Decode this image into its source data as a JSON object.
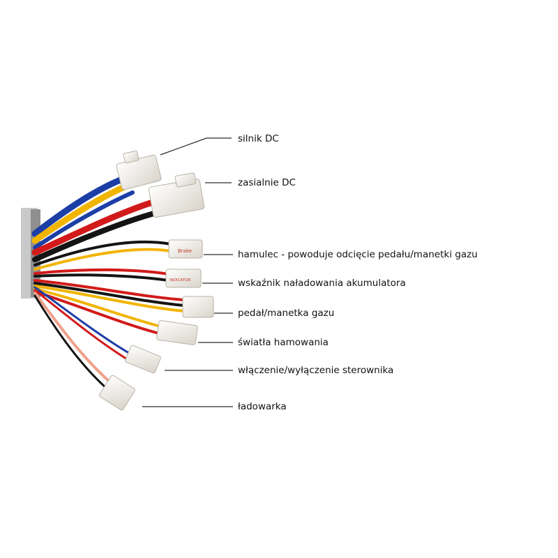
{
  "labels": {
    "motor": "silnik DC",
    "power": "zasialnie DC",
    "brake": "hamulec - powoduje odcięcie pedału/manetki gazu",
    "battery_indicator": "wskaźnik naładowania akumulatora",
    "throttle": "pedał/manetka gazu",
    "brake_lights": "światła hamowania",
    "power_switch": "włączenie/wyłączenie sterownika",
    "charger": "ładowarka"
  },
  "connector_markings": {
    "brake": "Brake",
    "battery": "INDICATOR"
  },
  "colors": {
    "red": "#d21a1a",
    "yellow": "#f1b400",
    "blue": "#1c3fa6",
    "black": "#141414",
    "pink": "#f0a08a",
    "connector": "#f3f0ea"
  }
}
